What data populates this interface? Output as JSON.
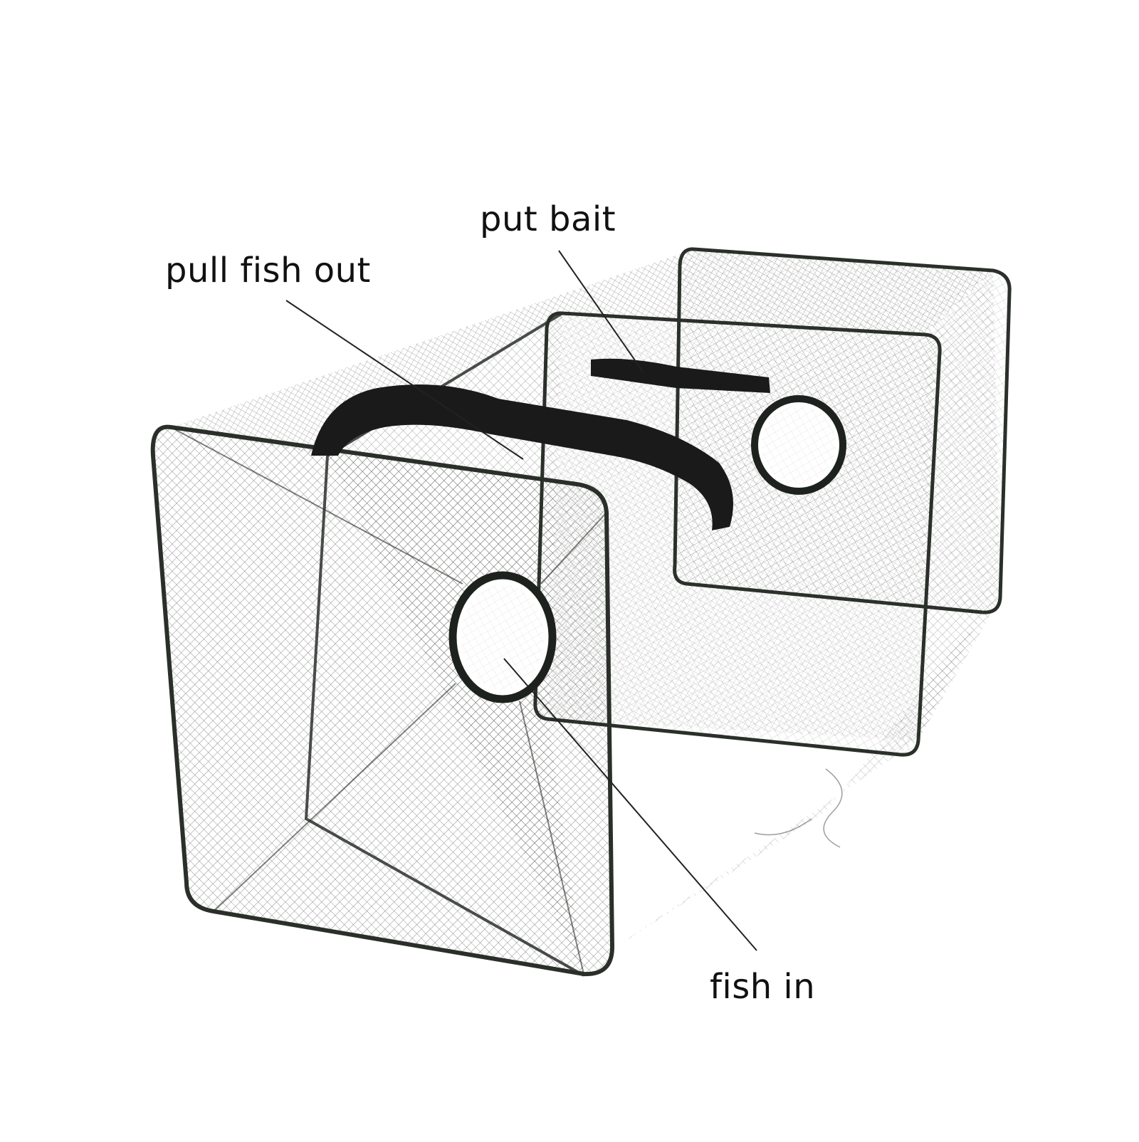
{
  "diagram": {
    "subject": "collapsible fishing net trap",
    "callouts": [
      {
        "id": "put-bait",
        "text": "put bait"
      },
      {
        "id": "pull-fish-out",
        "text": "pull fish out"
      },
      {
        "id": "fish-in",
        "text": "fish in"
      }
    ]
  },
  "colors": {
    "net": "#3a4038",
    "frame": "#2a2f2a",
    "strap": "#1a1a1a",
    "label_text": "#111111",
    "leader_line": "#222222",
    "background": "#ffffff"
  }
}
